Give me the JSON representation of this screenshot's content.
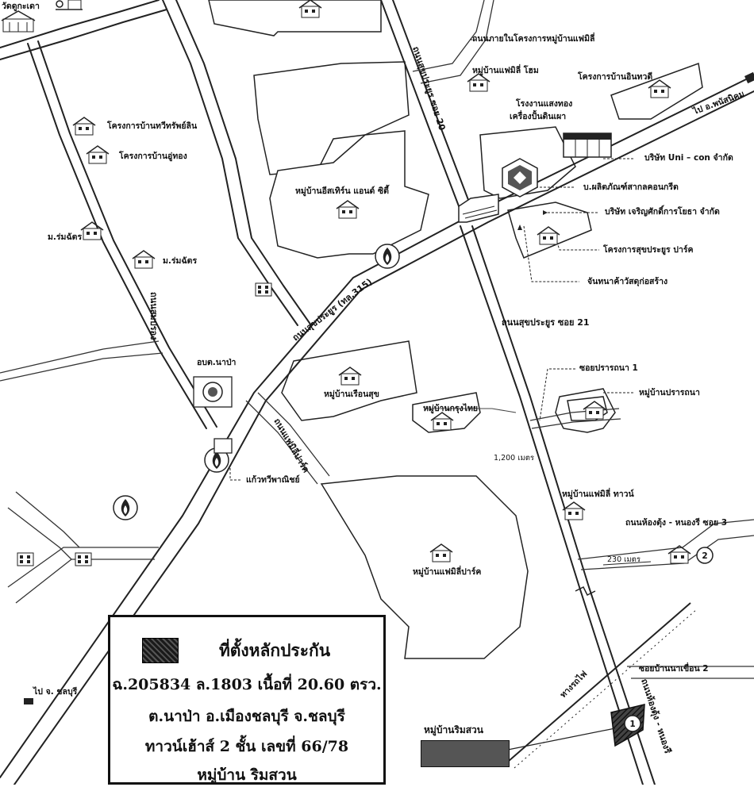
{
  "legend": {
    "title": "ที่ตั้งหลักประกัน",
    "line1": "ฉ.205834 ล.1803 เนื้อที่ 20.60 ตรว.",
    "line2": "ต.นาป่า อ.เมืองชลบุรี จ.ชลบุรี",
    "line3": "ทาวน์เฮ้าส์ 2 ชั้น เลขที่ 66/78",
    "line4": "หมู่บ้าน ริมสวน"
  },
  "sub_label": "หมู่บ้านริมสวน",
  "roads": {
    "main": "ถนนสุขประยูร (ทล.315)",
    "soi20": "ถนนสุขประยูร ซอย 20",
    "soi21": "ถนนสุขประยูร ซอย 21",
    "sompongs": "ถนนสมปรอง",
    "familypark": "ถนนแฟมิลี่ปาร์ค",
    "nonghong": "ถนนห้องตุ้ง - หนองรี",
    "nonghong_soi3": "ถนนห้องตุ้ง - หนองรี ซอย 3",
    "soi_pratthana1": "ซอยปรารถนา 1",
    "soi_banna2": "ซอยบ้านนาเขื่อน 2",
    "inner_road": "ถนนภายในโครงการหมู่บ้านแฟมิลี่",
    "railway": "ทางรถไฟ"
  },
  "places": {
    "wat": "วัดดูกะเดา",
    "village_thaweesap": "โครงการบ้านทวีทรัพย์ลิน",
    "village_uthong": "โครงการบ้านอู่ทอง",
    "romchat1": "ม.ร่มฉัตร",
    "romchat2": "ม.ร่มฉัตร",
    "eastern_city": "หมู่บ้านอีสเทิร์น แอนด์ ซิตี้",
    "family_home": "หมู่บ้านแฟมิลี่ โฮม",
    "inthawadee": "โครงการบ้านอินทวดี",
    "factory": "โรงงานแสงทอง",
    "factory2": "เครื่องปั้นดินเผา",
    "unicon": "บริษัท Uni – con จำกัด",
    "concrete": "บ.ผลิตภัณฑ์สากลคอนกรีต",
    "charoen": "บริษัท เจริญศักดิ์การโยธา จำกัด",
    "sukprayoon_park": "โครงการสุขประยูร ปาร์ค",
    "shop": "จันทนาค้าวัสดุก่อสร้าง",
    "obt": "อบต.นาป่า",
    "ruenrsuk": "หมู่บ้านเรือนสุข",
    "krungthai": "หมู่บ้านกรุงไทย",
    "kaew": "แก้วทวีพาณิชย์",
    "pratthana": "หมู่บ้านปรารถนา",
    "family_town": "หมู่บ้านแฟมิลี่ ทาวน์",
    "family_park": "หมู่บ้านแฟมิลี่ปาร์ค"
  },
  "distances": {
    "d1": "1,200 เมตร",
    "d2": "230 เมตร"
  },
  "markers": {
    "m1": "1",
    "m2": "2"
  },
  "directions": {
    "to_phanat": "ไป อ.พนัสนิคม",
    "to_chonburi": "ไป จ. ชลบุรี"
  }
}
